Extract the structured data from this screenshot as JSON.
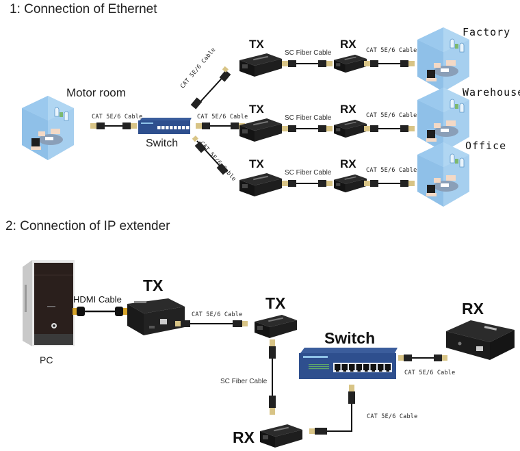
{
  "section1": {
    "title": "1: Connection of Ethernet",
    "source_room": "Motor room",
    "switch_label": "Switch",
    "links": {
      "room_to_switch": "CAT 5E/6 Cable",
      "switch_diag_up": "CAT 5E/6 Cable",
      "switch_mid": "CAT 5E/6 Cable",
      "switch_diag_down": "CAT 5E/6 Cable"
    },
    "branches": [
      {
        "tx": "TX",
        "fiber": "SC Fiber Cable",
        "rx": "RX",
        "cat": "CAT 5E/6 Cable",
        "destination": "Factory"
      },
      {
        "tx": "TX",
        "fiber": "SC Fiber Cable",
        "rx": "RX",
        "cat": "CAT 5E/6 Cable",
        "destination": "Warehouse"
      },
      {
        "tx": "TX",
        "fiber": "SC Fiber Cable",
        "rx": "RX",
        "cat": "CAT 5E/6 Cable",
        "destination": "Office"
      }
    ]
  },
  "section2": {
    "title": "2: Connection of IP extender",
    "pc_label": "PC",
    "hdmi_cable": "HDMI Cable",
    "tx_main": "TX",
    "cat_tx_to_tx": "CAT 5E/6 Cable",
    "tx_fiber": "TX",
    "fiber_cable": "SC Fiber Cable",
    "rx_fiber": "RX",
    "switch_label": "Switch",
    "cat_rx_to_switch": "CAT 5E/6 Cable",
    "cat_switch_to_rx": "CAT 5E/6 Cable",
    "rx_main": "RX"
  },
  "colors": {
    "room_wall": "#9cc8ec",
    "room_floor": "#b7d9f3",
    "switch_blue": "#2e4f8e",
    "device_black": "#1c1c1c",
    "connector_gold": "#d8c486",
    "cable_black": "#111111"
  }
}
